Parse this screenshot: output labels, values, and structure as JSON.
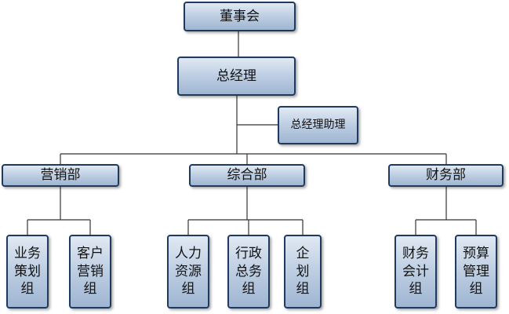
{
  "chairman": "董事会",
  "gm": "总经理",
  "gm_assistant": "总经理助理",
  "departments": [
    {
      "name": "营销部",
      "groups": [
        "业务策划组",
        "客户营销组"
      ]
    },
    {
      "name": "综合部",
      "groups": [
        "人力资源组",
        "行政总务组",
        "企划组"
      ]
    },
    {
      "name": "财务部",
      "groups": [
        "财务会计组",
        "预算管理组"
      ]
    }
  ]
}
